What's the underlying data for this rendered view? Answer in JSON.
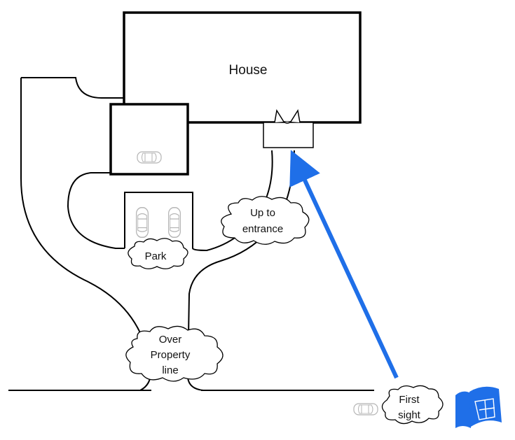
{
  "labels": {
    "house": "House",
    "entrance_line1": "Up to",
    "entrance_line2": "entrance",
    "park": "Park",
    "property_line1": "Over",
    "property_line2": "Property",
    "property_line3": "line",
    "first_sight_line1": "First",
    "first_sight_line2": "sight"
  },
  "colors": {
    "outline": "#000000",
    "arrow": "#1f6fe8",
    "logo": "#1f6fe8",
    "car_outline": "#b5b5b5"
  },
  "icons": {
    "logo": "blueprint-map-icon",
    "car": "car-icon"
  }
}
